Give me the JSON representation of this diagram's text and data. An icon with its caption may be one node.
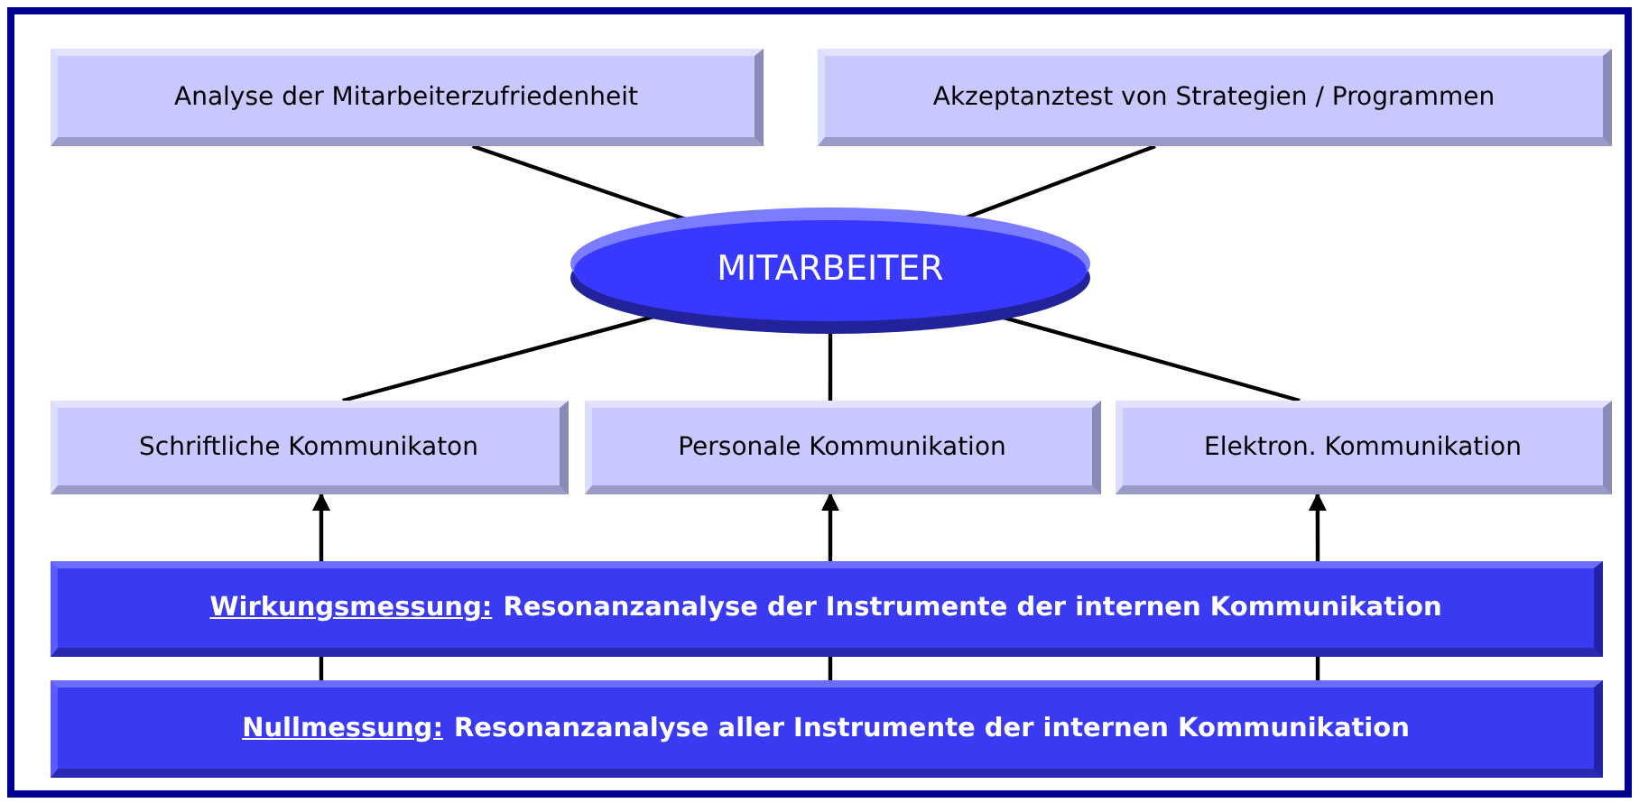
{
  "diagram": {
    "nodes": [
      {
        "text": [
          "Analyse der Mitarbeiterzufriedenheit"
        ]
      },
      {
        "text": [
          "Akzeptanztest von Strategien / Programmen"
        ]
      },
      {
        "text": [
          "MITARBEITER"
        ]
      },
      {
        "text": [
          "Schriftliche Kommunikaton"
        ]
      },
      {
        "text": [
          "Personale Kommunikation"
        ]
      },
      {
        "text": [
          "Elektron. Kommunikation"
        ]
      },
      {
        "text": [
          "Wirkungsmessung:",
          "Resonanzanalyse der Instrumente der internen Kommunikation"
        ]
      },
      {
        "text": [
          "Nullmessung:",
          "Resonanzanalyse aller Instrumente der internen Kommunikation"
        ]
      }
    ],
    "edges": [
      {
        "from": 0,
        "to": 2,
        "arrow": "none"
      },
      {
        "from": 1,
        "to": 2,
        "arrow": "none"
      },
      {
        "from": 2,
        "to": 3,
        "arrow": "none"
      },
      {
        "from": 2,
        "to": 4,
        "arrow": "none"
      },
      {
        "from": 2,
        "to": 5,
        "arrow": "none"
      },
      {
        "from": 6,
        "to": 3,
        "arrow": "to"
      },
      {
        "from": 6,
        "to": 4,
        "arrow": "to"
      },
      {
        "from": 6,
        "to": 5,
        "arrow": "to"
      },
      {
        "from": 7,
        "to": 6,
        "arrow": "none"
      },
      {
        "from": 7,
        "to": 6,
        "arrow": "none"
      },
      {
        "from": 7,
        "to": 6,
        "arrow": "none"
      }
    ]
  }
}
